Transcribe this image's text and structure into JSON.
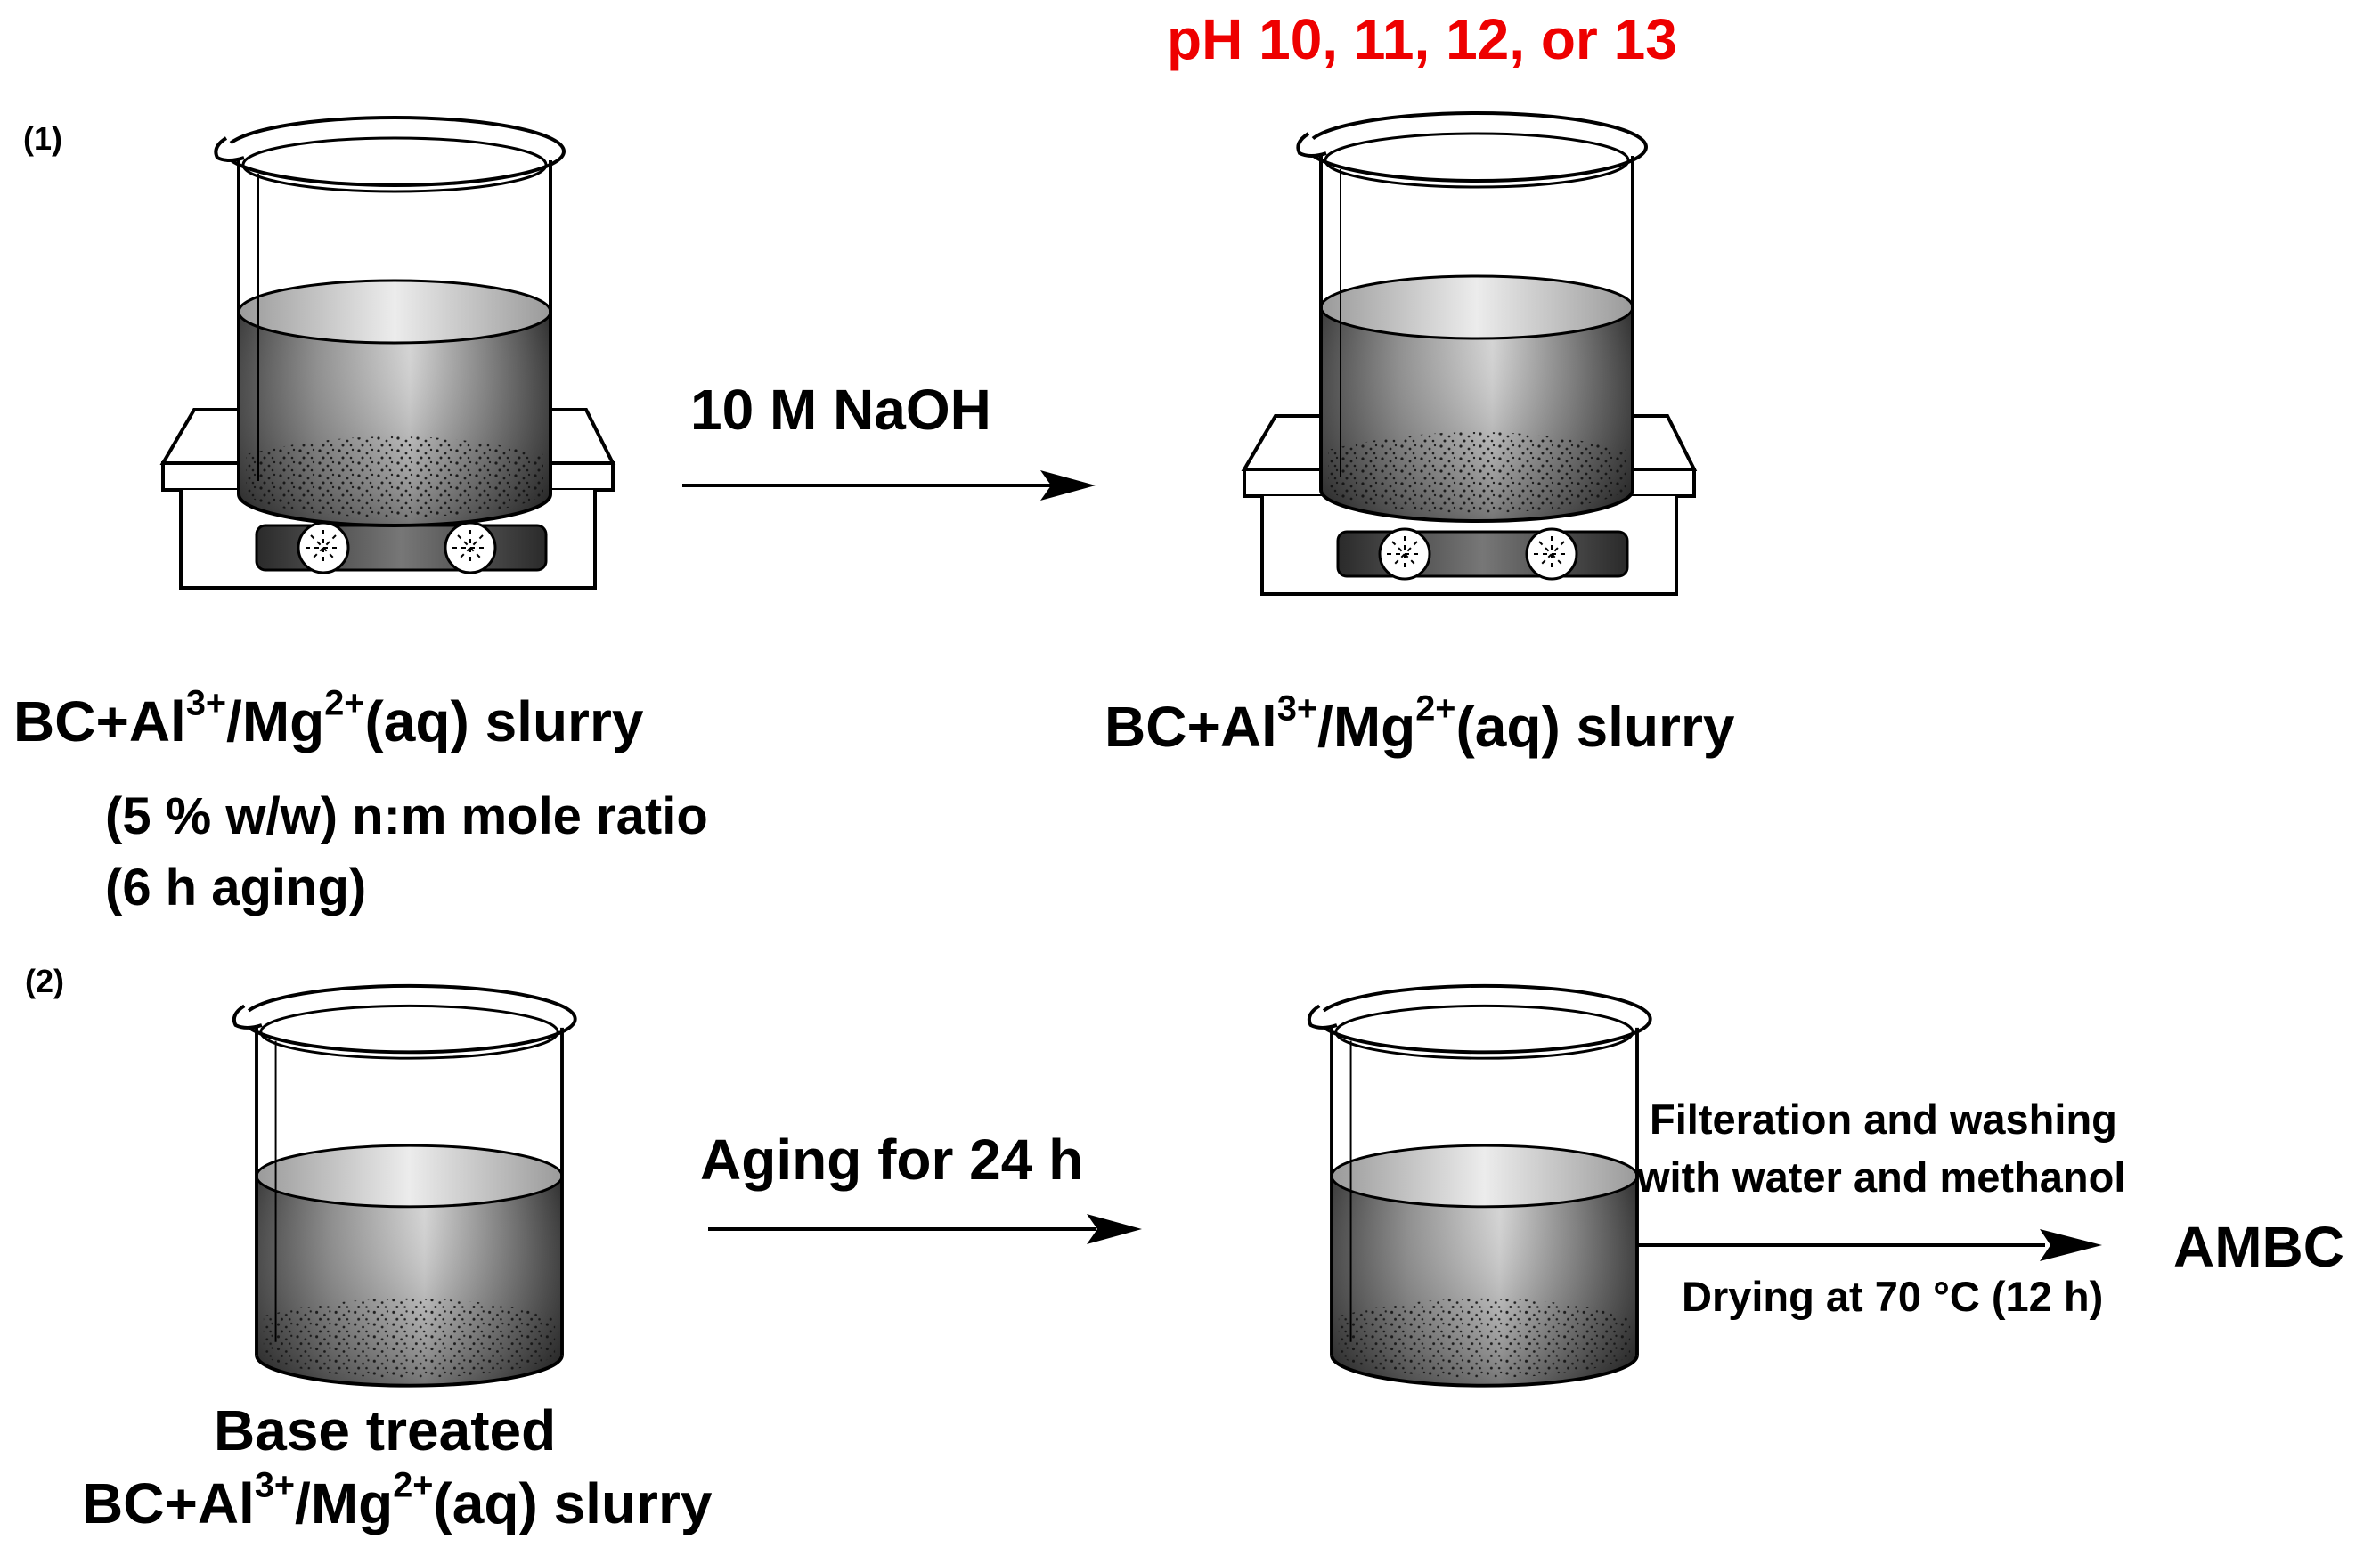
{
  "scheme": {
    "step1": {
      "number": "(1)",
      "condition": "pH 10, 11, 12, or 13",
      "arrow_label": "10 M NaOH",
      "start_label": {
        "prefix": "BC+Al",
        "al_charge": "3+",
        "middle": "/Mg",
        "mg_charge": "2+",
        "suffix": "(aq) slurry"
      },
      "start_detail_1": "(5 % w/w) n:m mole ratio",
      "start_detail_2": "(6 h aging)",
      "end_label": {
        "prefix": "BC+Al",
        "al_charge": "3+",
        "middle": "/Mg",
        "mg_charge": "2+",
        "suffix": "(aq) slurry"
      }
    },
    "step2": {
      "number": "(2)",
      "arrow_label": "Aging for 24 h",
      "start_label_line1": "Base treated",
      "start_label": {
        "prefix": "BC+Al",
        "al_charge": "3+",
        "middle": "/Mg",
        "mg_charge": "2+",
        "suffix": "(aq) slurry"
      },
      "final_arrow_top_1": "Filteration and washing",
      "final_arrow_top_2": "with water and methanol",
      "final_arrow_bottom": "Drying at 70 °C (12 h)",
      "product": "AMBC"
    }
  },
  "colors": {
    "condition": "#ee0000",
    "ink": "#000000"
  }
}
